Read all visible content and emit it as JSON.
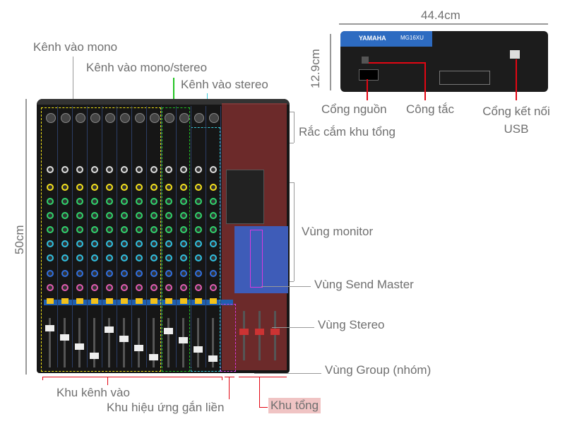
{
  "dimensions": {
    "width": "44.4cm",
    "height": "12.9cm",
    "depth": "50cm"
  },
  "rear_labels": {
    "power": "Cổng nguồn",
    "switch": "Công tắc",
    "usb": "Cổng kết nối USB"
  },
  "rear_brand": {
    "brand": "YAMAHA",
    "model": "MG16XU"
  },
  "labels": {
    "mono_in": "Kênh vào mono",
    "mono_stereo_in": "Kênh vào mono/stereo",
    "stereo_in": "Kênh vào stereo",
    "master_jacks": "Rắc cắm khu tổng",
    "monitor": "Vùng monitor",
    "send_master": "Vùng Send Master",
    "stereo": "Vùng Stereo",
    "group": "Vùng Group (nhóm)",
    "input_section": "Khu kênh vào",
    "effects_section": "Khu hiệu ứng gắn liền",
    "master_section": "Khu tổng"
  },
  "colors": {
    "accent_line": "#e30613",
    "mono_box": "#f5e616",
    "mono_stereo_box": "#22c322",
    "stereo_box": "#38c8d8",
    "fx_box": "#d83adf",
    "master_highlight": "#f0c4c4"
  }
}
